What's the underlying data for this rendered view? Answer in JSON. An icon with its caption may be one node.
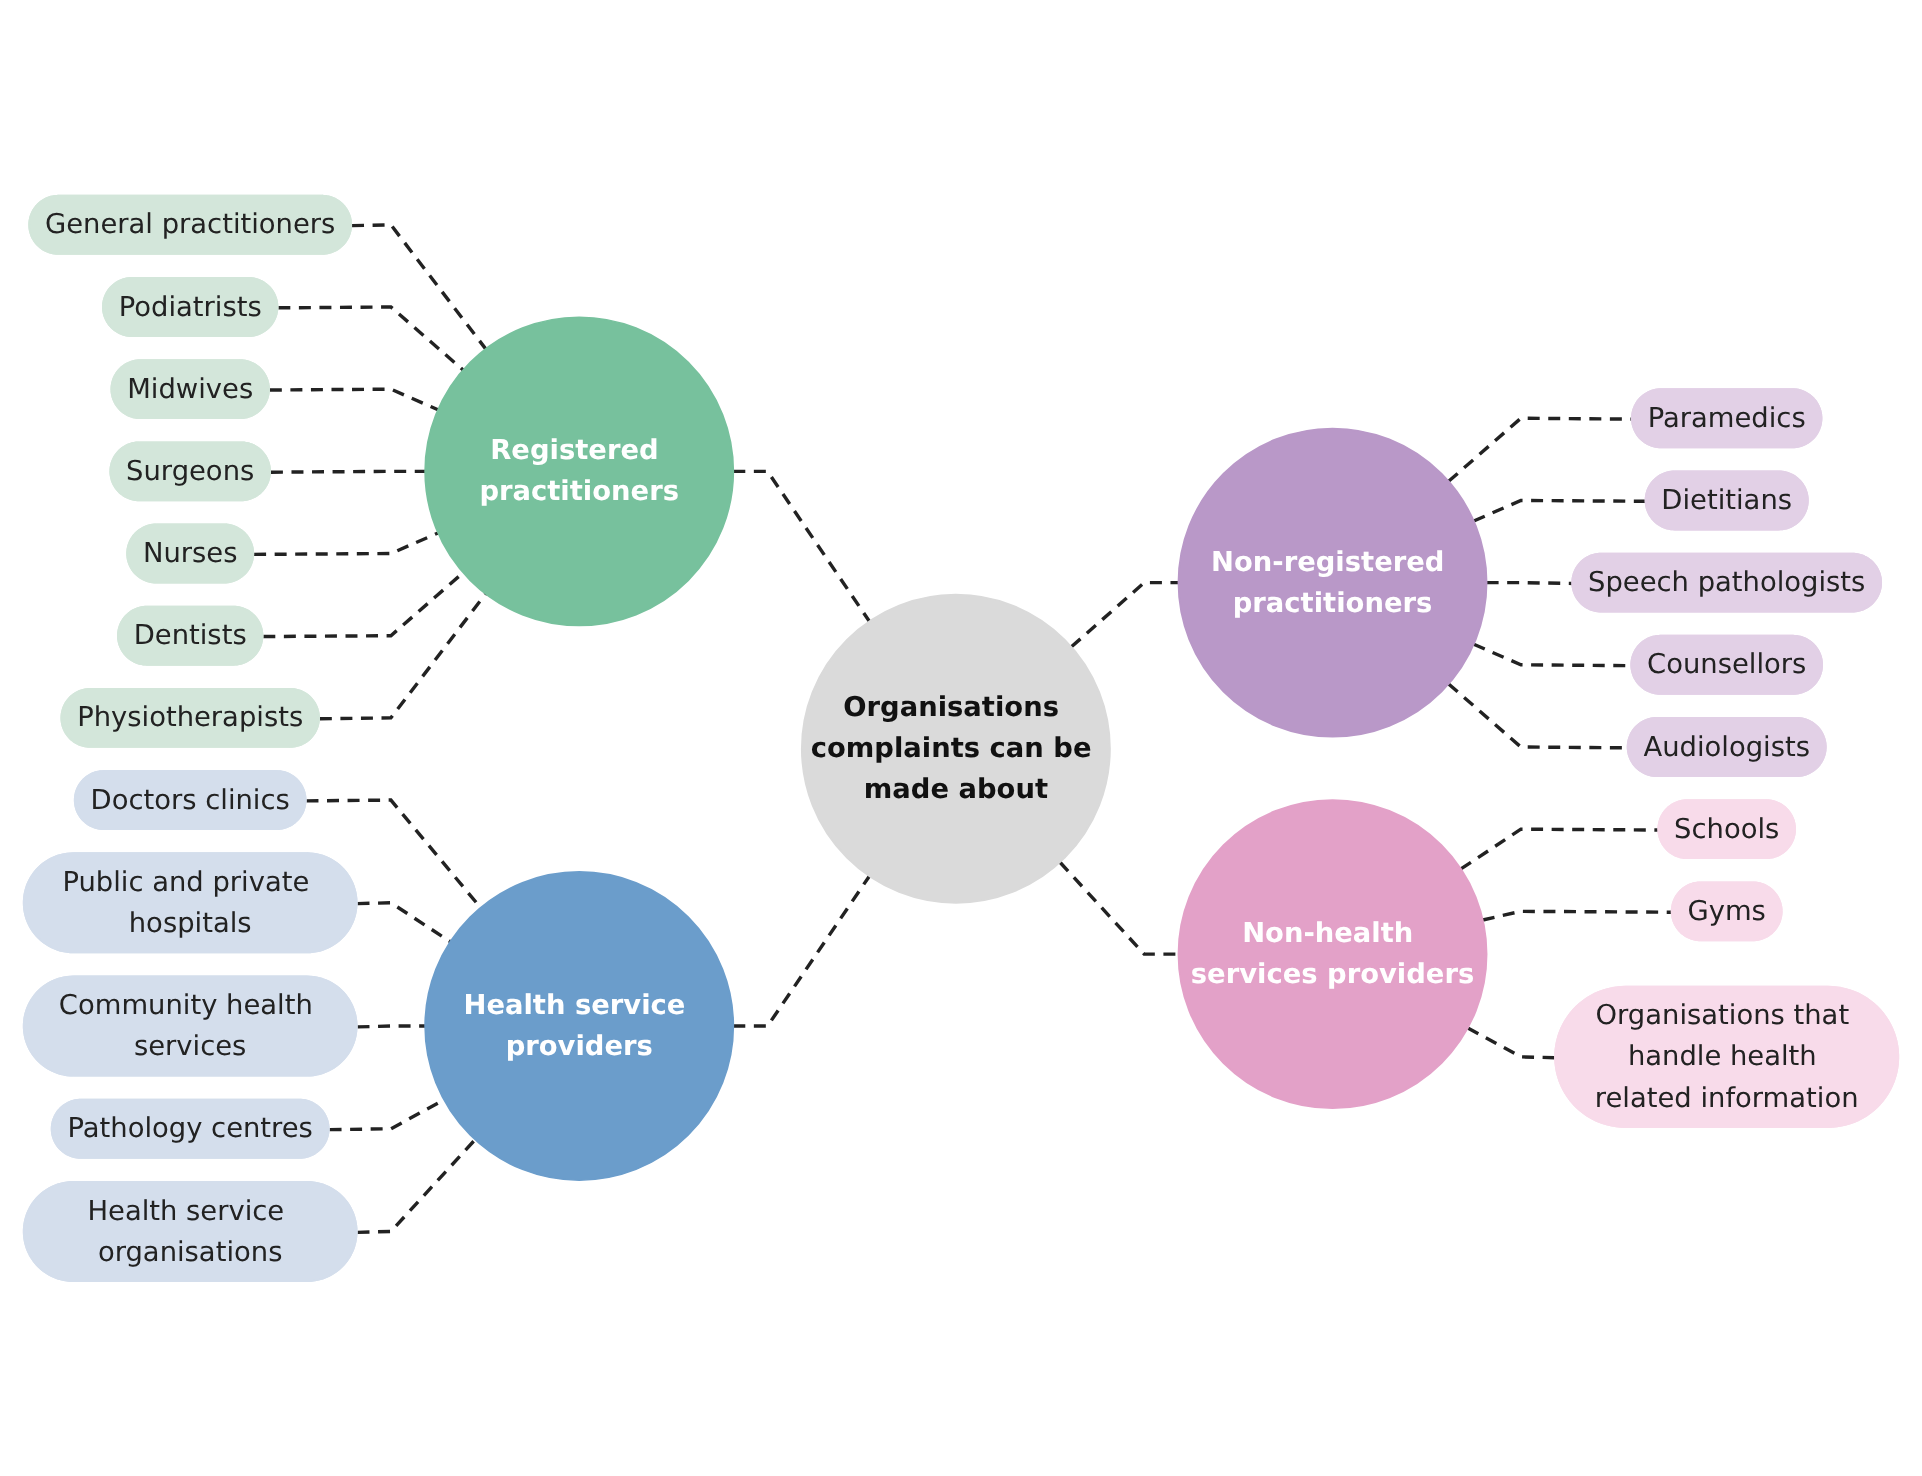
{
  "diagram": {
    "nodes": [
      {
        "text": [
          "Organisations complaints can be made about"
        ]
      },
      {
        "text": [
          "Registered practitioners"
        ]
      },
      {
        "text": [
          "General practitioners"
        ]
      },
      {
        "text": [
          "Podiatrists"
        ]
      },
      {
        "text": [
          "Midwives"
        ]
      },
      {
        "text": [
          "Surgeons"
        ]
      },
      {
        "text": [
          "Nurses"
        ]
      },
      {
        "text": [
          "Dentists"
        ]
      },
      {
        "text": [
          "Physiotherapists"
        ]
      },
      {
        "text": [
          "Non-registered practitioners"
        ]
      },
      {
        "text": [
          "Paramedics"
        ]
      },
      {
        "text": [
          "Dietitians"
        ]
      },
      {
        "text": [
          "Speech pathologists"
        ]
      },
      {
        "text": [
          "Counsellors"
        ]
      },
      {
        "text": [
          "Audiologists"
        ]
      },
      {
        "text": [
          "Health service providers"
        ]
      },
      {
        "text": [
          "Doctors clinics"
        ]
      },
      {
        "text": [
          "Public and private hospitals"
        ]
      },
      {
        "text": [
          "Community health services"
        ]
      },
      {
        "text": [
          "Pathology centres"
        ]
      },
      {
        "text": [
          "Health service organisations"
        ]
      },
      {
        "text": [
          "Non-health services providers"
        ]
      },
      {
        "text": [
          "Schools"
        ]
      },
      {
        "text": [
          "Gyms"
        ]
      },
      {
        "text": [
          "Organisations that handle health related information"
        ]
      }
    ],
    "edges": [
      {
        "from": 1,
        "to": 0,
        "arrow": "none",
        "style": "dashed"
      },
      {
        "from": 0,
        "to": 9,
        "arrow": "none",
        "style": "dashed"
      },
      {
        "from": 15,
        "to": 0,
        "arrow": "none",
        "style": "dashed"
      },
      {
        "from": 0,
        "to": 21,
        "arrow": "none",
        "style": "dashed"
      },
      {
        "from": 2,
        "to": 1,
        "arrow": "none",
        "style": "dashed"
      },
      {
        "from": 3,
        "to": 1,
        "arrow": "none",
        "style": "dashed"
      },
      {
        "from": 4,
        "to": 1,
        "arrow": "none",
        "style": "dashed"
      },
      {
        "from": 5,
        "to": 1,
        "arrow": "none",
        "style": "dashed"
      },
      {
        "from": 6,
        "to": 1,
        "arrow": "none",
        "style": "dashed"
      },
      {
        "from": 7,
        "to": 1,
        "arrow": "none",
        "style": "dashed"
      },
      {
        "from": 8,
        "to": 1,
        "arrow": "none",
        "style": "dashed"
      },
      {
        "from": 9,
        "to": 10,
        "arrow": "none",
        "style": "dashed"
      },
      {
        "from": 9,
        "to": 11,
        "arrow": "none",
        "style": "dashed"
      },
      {
        "from": 9,
        "to": 12,
        "arrow": "none",
        "style": "dashed"
      },
      {
        "from": 9,
        "to": 13,
        "arrow": "none",
        "style": "dashed"
      },
      {
        "from": 9,
        "to": 14,
        "arrow": "none",
        "style": "dashed"
      },
      {
        "from": 16,
        "to": 15,
        "arrow": "none",
        "style": "dashed"
      },
      {
        "from": 17,
        "to": 15,
        "arrow": "none",
        "style": "dashed"
      },
      {
        "from": 18,
        "to": 15,
        "arrow": "none",
        "style": "dashed"
      },
      {
        "from": 19,
        "to": 15,
        "arrow": "none",
        "style": "dashed"
      },
      {
        "from": 20,
        "to": 15,
        "arrow": "none",
        "style": "dashed"
      },
      {
        "from": 21,
        "to": 22,
        "arrow": "none",
        "style": "dashed"
      },
      {
        "from": 21,
        "to": 23,
        "arrow": "none",
        "style": "dashed"
      },
      {
        "from": 21,
        "to": 24,
        "arrow": "none",
        "style": "dashed"
      }
    ]
  }
}
